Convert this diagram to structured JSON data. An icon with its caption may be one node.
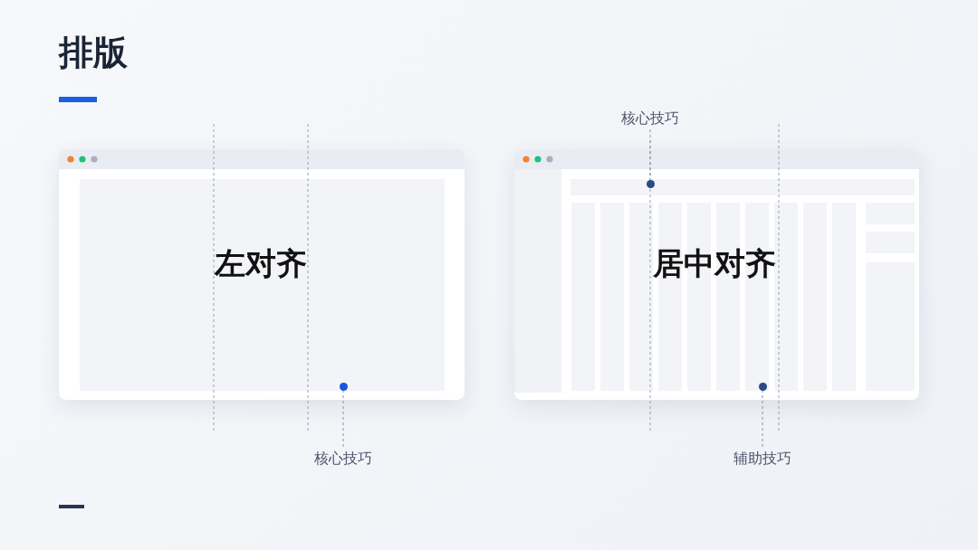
{
  "diagram": {
    "title": "排版",
    "nodes": [
      {
        "text": [
          "左对齐"
        ]
      },
      {
        "text": [],
        "shape": "circle",
        "in": 0
      },
      {
        "text": [
          "核心技巧"
        ]
      },
      {
        "text": [
          "居中对齐"
        ]
      },
      {
        "text": [],
        "shape": "circle",
        "in": 3
      },
      {
        "text": [],
        "shape": "circle",
        "in": 3
      },
      {
        "text": [
          "核心技巧"
        ]
      },
      {
        "text": [
          "辅助技巧"
        ]
      }
    ],
    "edges": [
      {
        "from": 2,
        "to": 1,
        "arrow": "none",
        "style": "dashed"
      },
      {
        "from": 6,
        "to": 4,
        "arrow": "none",
        "style": "dashed"
      },
      {
        "from": 7,
        "to": 5,
        "arrow": "none",
        "style": "dashed"
      }
    ]
  }
}
